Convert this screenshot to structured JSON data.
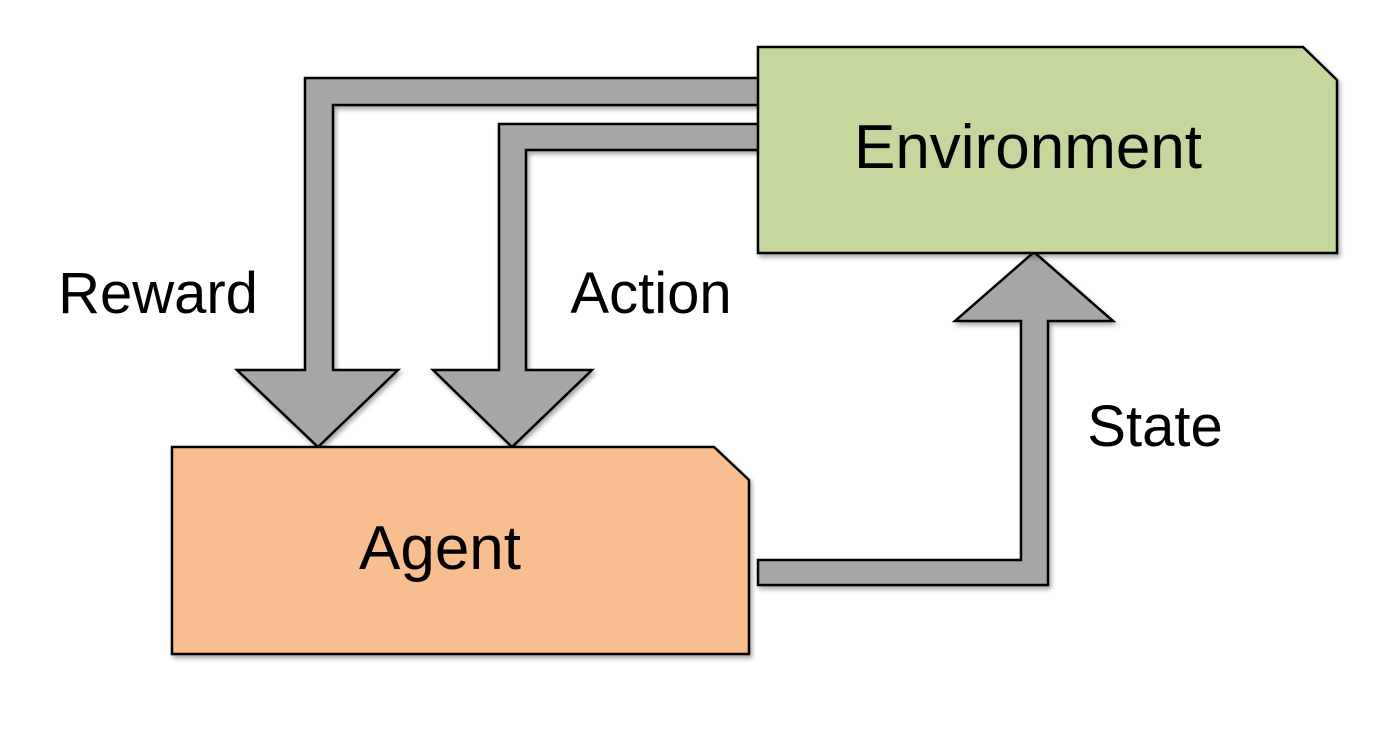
{
  "diagram": {
    "nodes": {
      "environment": {
        "label": "Environment",
        "fill": "#c5d79d"
      },
      "agent": {
        "label": "Agent",
        "fill": "#f8be90"
      }
    },
    "edges": {
      "reward": {
        "label": "Reward",
        "from": "Environment",
        "to": "Agent"
      },
      "action": {
        "label": "Action",
        "from": "Environment",
        "to": "Agent"
      },
      "state": {
        "label": "State",
        "from": "Agent",
        "to": "Environment"
      }
    },
    "arrow_fill": "#a6a6a6",
    "stroke": "#000000"
  }
}
